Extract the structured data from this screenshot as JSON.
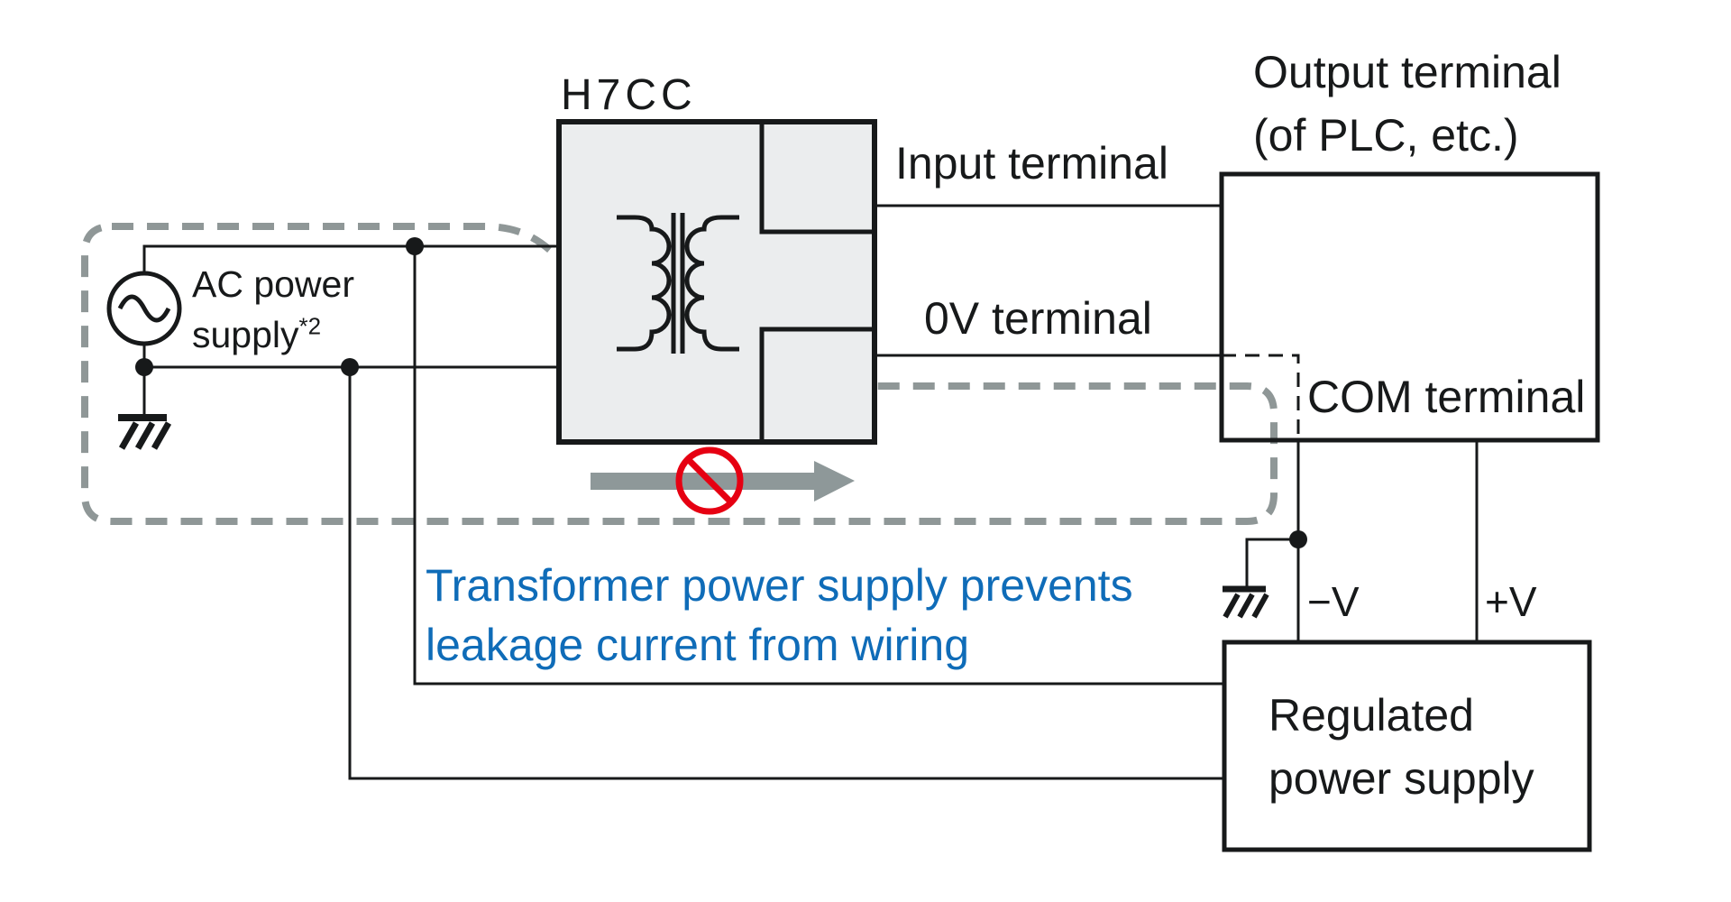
{
  "diagram": {
    "title": "H7CC transformer power supply wiring diagram",
    "labels": {
      "device": "H7CC",
      "ac_supply_line1": "AC power",
      "ac_supply_line2": "supply",
      "ac_supply_sup": "*2",
      "input_terminal": "Input terminal",
      "zero_v_terminal": "0V terminal",
      "output_terminal_line1": "Output terminal",
      "output_terminal_line2": "(of PLC, etc.)",
      "com_terminal": "COM terminal",
      "minus_v": "−V",
      "plus_v": "+V",
      "regulated_line1": "Regulated",
      "regulated_line2": "power supply",
      "note_line1": "Transformer power supply prevents",
      "note_line2": "leakage current from wiring"
    },
    "colors": {
      "wire_black": "#17191a",
      "dashed_gray": "#8f9797",
      "arrow_gray": "#8e9899",
      "prohibition_red": "#e60012",
      "note_blue": "#0f6cb8",
      "device_fill": "#ebedee",
      "background": "#ffffff"
    }
  }
}
